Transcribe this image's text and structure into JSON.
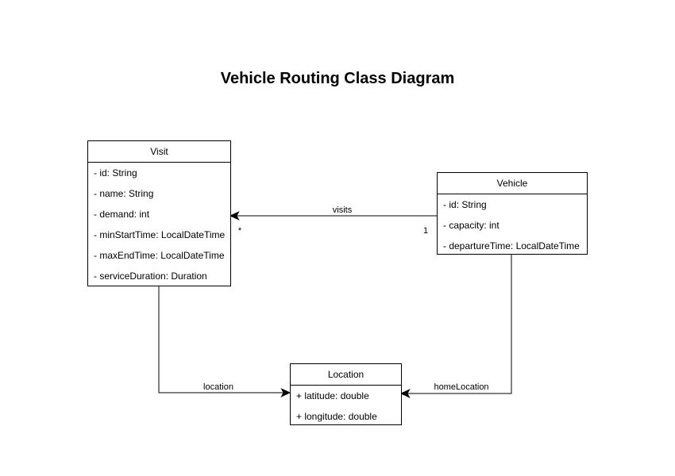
{
  "title": "Vehicle Routing Class Diagram",
  "classes": [
    {
      "name": "Visit",
      "attributes": [
        "- id: String",
        "- name: String",
        "- demand: int",
        "- minStartTime: LocalDateTime",
        "- maxEndTime: LocalDateTime",
        "- serviceDuration: Duration"
      ]
    },
    {
      "name": "Vehicle",
      "attributes": [
        "- id: String",
        "- capacity: int",
        "- departureTime: LocalDateTime"
      ]
    },
    {
      "name": "Location",
      "attributes": [
        "+ latitude: double",
        "+ longitude: double"
      ]
    }
  ],
  "associations": [
    {
      "label": "visits",
      "multiplicity_visit_end": "*",
      "multiplicity_vehicle_end": "1"
    },
    {
      "label": "location"
    },
    {
      "label": "homeLocation"
    }
  ]
}
